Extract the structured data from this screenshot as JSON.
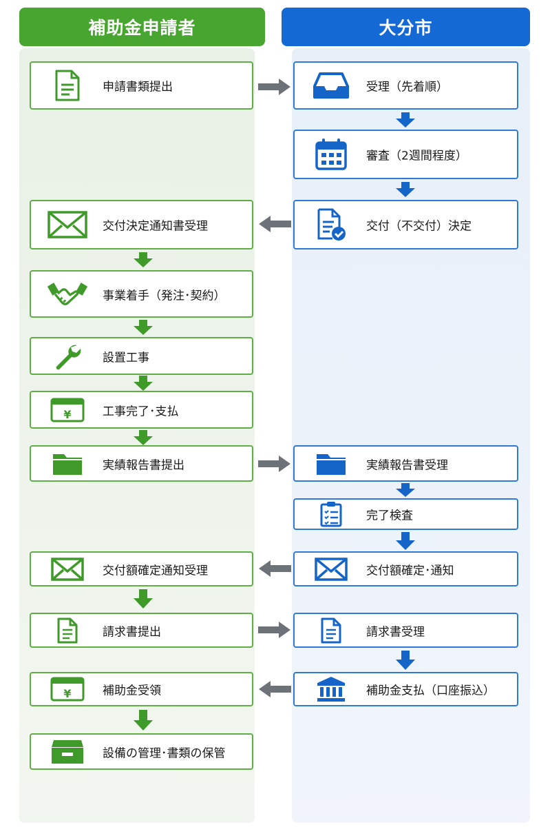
{
  "headers": {
    "applicant": "補助金申請者",
    "city": "大分市"
  },
  "colors": {
    "applicant_accent": "#47a530",
    "city_accent": "#1469d4",
    "connector": "#6d7178"
  },
  "applicant_steps": [
    {
      "label": "申請書類提出",
      "icon": "document-icon"
    },
    {
      "label": "交付決定通知書受理",
      "icon": "envelope-icon"
    },
    {
      "label": "事業着手（発注･契約）",
      "icon": "handshake-icon"
    },
    {
      "label": "設置工事",
      "icon": "wrench-icon"
    },
    {
      "label": "工事完了･支払",
      "icon": "yen-payment-icon"
    },
    {
      "label": "実績報告書提出",
      "icon": "folder-icon"
    },
    {
      "label": "交付額確定通知受理",
      "icon": "envelope-icon"
    },
    {
      "label": "請求書提出",
      "icon": "document-icon"
    },
    {
      "label": "補助金受領",
      "icon": "yen-payment-icon"
    },
    {
      "label": "設備の管理･書類の保管",
      "icon": "filing-cabinet-icon"
    }
  ],
  "city_steps": [
    {
      "label": "受理（先着順）",
      "icon": "inbox-tray-icon"
    },
    {
      "label": "審査（2週間程度）",
      "icon": "calendar-icon"
    },
    {
      "label": "交付（不交付）決定",
      "icon": "document-check-icon"
    },
    {
      "label": "実績報告書受理",
      "icon": "folder-icon"
    },
    {
      "label": "完了検査",
      "icon": "clipboard-checklist-icon"
    },
    {
      "label": "交付額確定･通知",
      "icon": "envelope-icon"
    },
    {
      "label": "請求書受理",
      "icon": "document-icon"
    },
    {
      "label": "補助金支払（口座振込）",
      "icon": "bank-icon"
    }
  ]
}
